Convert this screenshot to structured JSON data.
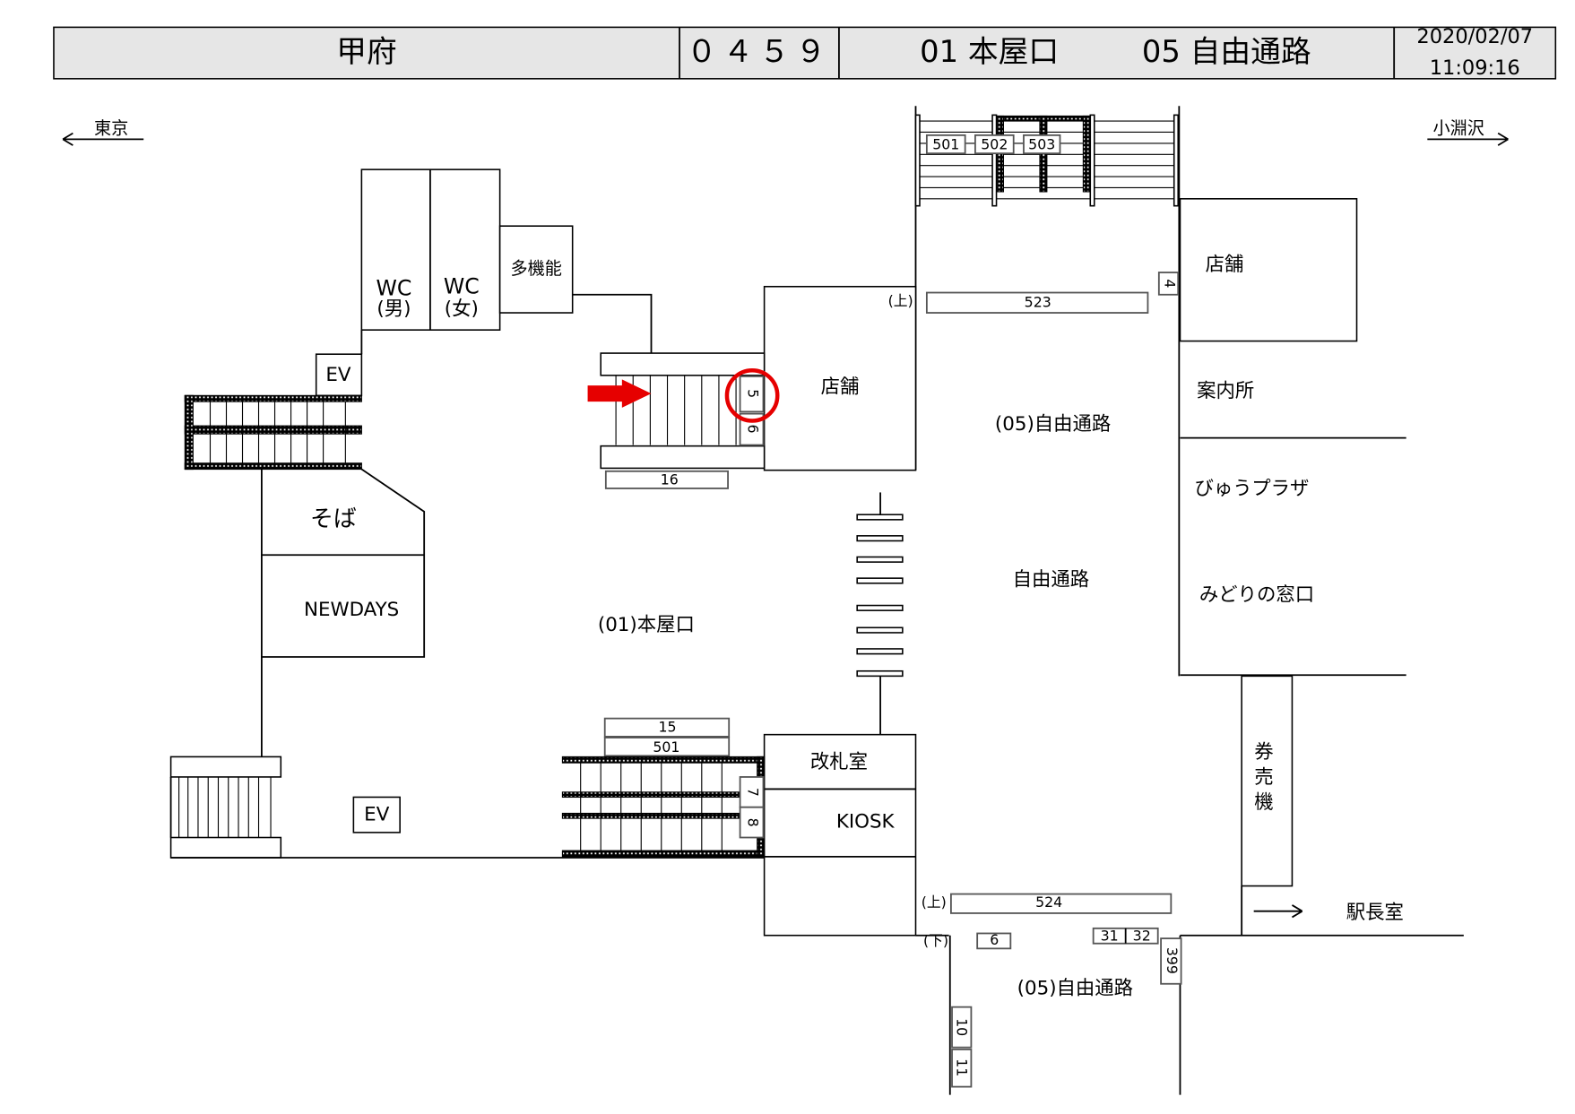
{
  "header": {
    "station": "甲府",
    "code": "０４５９",
    "exit_a": "01  本屋口",
    "exit_b": "05  自由通路",
    "date": "2020/02/07",
    "time": "11:09:16",
    "background": "#e6e6e6"
  },
  "directions": {
    "left": "東京",
    "right": "小淵沢"
  },
  "labels": {
    "wc_men_1": "WC",
    "wc_men_2": "(男)",
    "wc_women_1": "WC",
    "wc_women_2": "(女)",
    "multi_toilet": "多機能",
    "ev_upper": "EV",
    "ev_lower": "EV",
    "soba": "そば",
    "newdays": "NEWDAYS",
    "shop_center": "店舗",
    "shop_right": "店舗",
    "info": "案内所",
    "view_plaza": "びゅうプラザ",
    "midori": "みどりの窓口",
    "passage_05_upper": "(05)自由通路",
    "passage": "自由通路",
    "passage_05_lower": "(05)自由通路",
    "exit_01": "(01)本屋口",
    "ticket_office": "改札室",
    "kiosk": "KIOSK",
    "ticket_machine_1": "券",
    "ticket_machine_2": "売",
    "ticket_machine_3": "機",
    "station_master": "駅長室",
    "up_1": "(上)",
    "up_2": "(上)",
    "down": "(下)"
  },
  "numbers": {
    "n501_top": "501",
    "n502": "502",
    "n503": "503",
    "n523": "523",
    "n4": "4",
    "n5": "5",
    "n6": "6",
    "n16": "16",
    "n15": "15",
    "n501_bottom": "501",
    "n7": "7",
    "n8": "8",
    "n524": "524",
    "n6_lower": "6",
    "n31": "31",
    "n32": "32",
    "n399": "399",
    "n10": "10",
    "n11": "11"
  },
  "highlight": {
    "color": "#e60000",
    "target": "5"
  }
}
